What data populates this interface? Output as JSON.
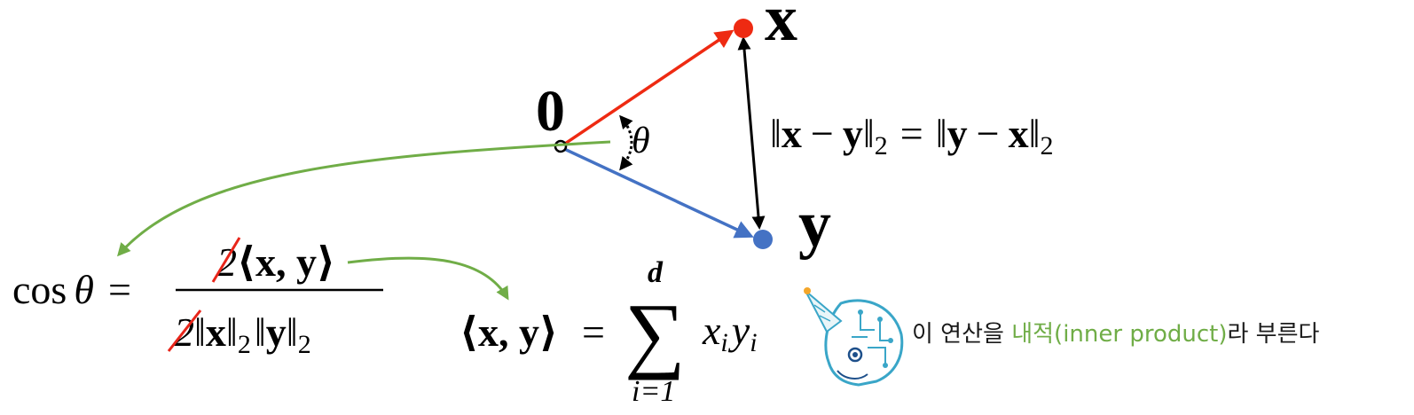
{
  "diagram": {
    "origin_label": "0",
    "x_label": "x",
    "y_label": "y",
    "angle_label": "θ",
    "distance_eq": {
      "lhs_open": "‖",
      "lhs_x": "x",
      "minus": "−",
      "lhs_y": "y",
      "close": "‖",
      "sub": "2",
      "equals": "=",
      "rhs_open": "‖",
      "rhs_y": "y",
      "rhs_x": "x"
    },
    "cos_formula": {
      "cos": "cos",
      "theta": "θ",
      "equals": "=",
      "num_two": "2",
      "num_inner": "⟨x, y⟩",
      "den_two": "2",
      "den_open_x": "‖",
      "den_x": "x",
      "den_close_x": "‖",
      "den_sub_x": "2",
      "den_open_y": "‖",
      "den_y": "y",
      "den_close_y": "‖",
      "den_sub_y": "2"
    },
    "inner_formula": {
      "lhs": "⟨x, y⟩",
      "equals": "=",
      "sigma": "∑",
      "upper": "d",
      "lower": "i=1",
      "term_x": "x",
      "term_xi": "i",
      "term_y": "y",
      "term_yi": "i"
    },
    "caption": {
      "prefix": "이 연산을 ",
      "highlight": "내적(inner product)",
      "suffix": "라 부른다"
    },
    "colors": {
      "x_vector": "#ee2a12",
      "y_vector": "#4472c4",
      "green_arrow": "#70ad47",
      "black": "#000000",
      "strike": "#e8251a",
      "mascot": "#3aa6c8"
    },
    "mascot_icon": "unicorn-mascot-icon"
  }
}
